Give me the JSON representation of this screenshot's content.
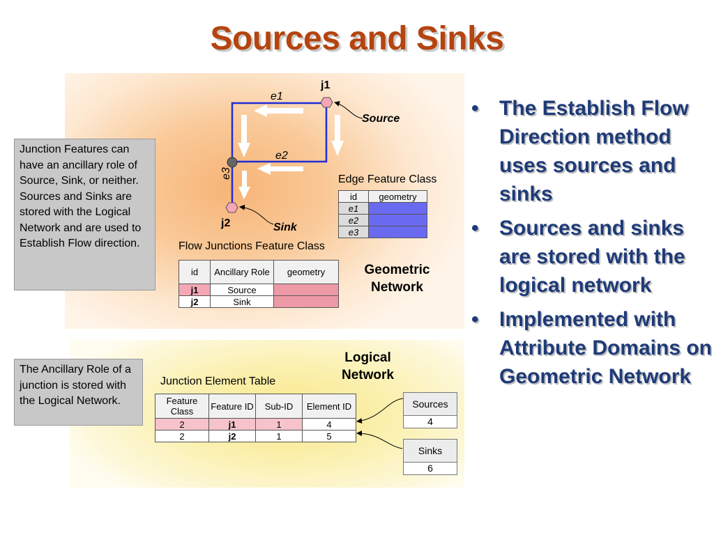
{
  "title": "Sources and Sinks",
  "geometric_panel": {
    "labels": {
      "j1": "j1",
      "j2": "j2",
      "e1": "e1",
      "e2": "e2",
      "e3": "e3",
      "source": "Source",
      "sink": "Sink",
      "geometric_network": "Geometric Network"
    },
    "edge_table": {
      "caption": "Edge Feature Class",
      "headers": [
        "id",
        "geometry"
      ],
      "rows": [
        [
          "e1",
          ""
        ],
        [
          "e2",
          ""
        ],
        [
          "e3",
          ""
        ]
      ]
    },
    "junction_table": {
      "caption": "Flow Junctions Feature Class",
      "headers": [
        "id",
        "Ancillary Role",
        "geometry"
      ],
      "rows": [
        [
          "j1",
          "Source",
          ""
        ],
        [
          "j2",
          "Sink",
          ""
        ]
      ]
    }
  },
  "logical_panel": {
    "label": "Logical Network",
    "element_table": {
      "caption": "Junction Element Table",
      "headers": [
        "Feature Class",
        "Feature ID",
        "Sub-ID",
        "Element ID"
      ],
      "rows": [
        [
          "2",
          "j1",
          "1",
          "4"
        ],
        [
          "2",
          "j2",
          "1",
          "5"
        ]
      ]
    },
    "sources_box": {
      "header": "Sources",
      "value": "4"
    },
    "sinks_box": {
      "header": "Sinks",
      "value": "6"
    }
  },
  "notes": {
    "junction_features": "Junction Features can have an ancillary role of Source, Sink, or neither.  Sources and Sinks are stored with the Logical Network and are used to Establish Flow direction.",
    "ancillary_role": "The Ancillary Role of a junction is stored with the Logical Network."
  },
  "bullets": [
    "The Establish Flow Direction method uses sources and sinks",
    "Sources and sinks are stored with the logical network",
    "Implemented with Attribute Domains on Geometric Network"
  ],
  "colors": {
    "title": "#b5440f",
    "bullet_text": "#1e3a78",
    "edge_line": "#1f2dd6",
    "junction_pink": "#f5a7b5",
    "edge_geometry": "#6a6af0",
    "junction_geometry": "#ee9aa6"
  },
  "icons": {
    "junction_marker": "hexagon-icon",
    "flow_arrow": "arrow-down-icon"
  }
}
